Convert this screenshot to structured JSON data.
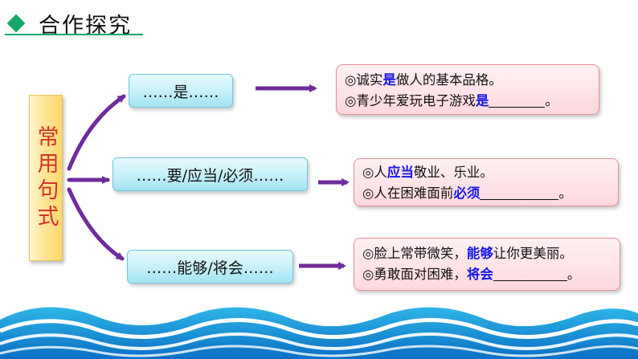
{
  "header": {
    "title": "合作探究"
  },
  "category": {
    "label": "常用句式"
  },
  "patterns": [
    {
      "label": "……是……",
      "examples": [
        {
          "prefix": "◎诚实",
          "keyword": "是",
          "suffix": "做人的基本品格。",
          "blank": false
        },
        {
          "prefix": "◎青少年爱玩电子游戏",
          "keyword": "是",
          "suffix": "。",
          "blank": true
        }
      ]
    },
    {
      "label": "……要/应当/必须……",
      "examples": [
        {
          "prefix": "◎人",
          "keyword": "应当",
          "suffix": "敬业、乐业。",
          "blank": false
        },
        {
          "prefix": "◎人在困难面前",
          "keyword": "必须",
          "suffix": "。",
          "blank": true
        }
      ]
    },
    {
      "label": "……能够/将会……",
      "examples": [
        {
          "prefix": "◎脸上常带微笑，",
          "keyword": "能够",
          "suffix": "让你更美丽。",
          "blank": false
        },
        {
          "prefix": "◎勇敢面对困难，",
          "keyword": "将会",
          "suffix": "。",
          "blank": true
        }
      ]
    }
  ],
  "colors": {
    "arrow": "#6f2b9c",
    "keyword": "#1717e6",
    "header_accent": "#15a66a",
    "vertical_text": "#d8332a"
  }
}
